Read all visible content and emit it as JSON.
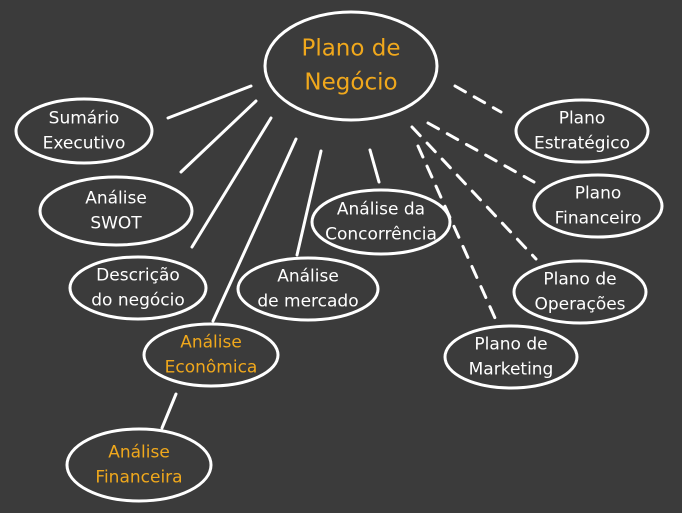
{
  "colors": {
    "background": "#3b3b3b",
    "line": "#ffffff",
    "text": "#ffffff",
    "accent": "#f0a81c"
  },
  "root": {
    "lines": [
      "Plano de",
      "Negócio"
    ],
    "highlight": true
  },
  "nodes": [
    {
      "id": "sumario",
      "lines": [
        "Sumário",
        "Executivo"
      ],
      "highlight": false,
      "link": "solid"
    },
    {
      "id": "swot",
      "lines": [
        "Análise",
        "SWOT"
      ],
      "highlight": false,
      "link": "solid"
    },
    {
      "id": "descricao",
      "lines": [
        "Descrição",
        "do negócio"
      ],
      "highlight": false,
      "link": "solid"
    },
    {
      "id": "economica",
      "lines": [
        "Análise",
        "Econômica"
      ],
      "highlight": true,
      "link": "solid"
    },
    {
      "id": "mercado",
      "lines": [
        "Análise",
        "de mercado"
      ],
      "highlight": false,
      "link": "solid"
    },
    {
      "id": "concorrencia",
      "lines": [
        "Análise da",
        "Concorrência"
      ],
      "highlight": false,
      "link": "solid"
    },
    {
      "id": "estrategico",
      "lines": [
        "Plano",
        "Estratégico"
      ],
      "highlight": false,
      "link": "dashed"
    },
    {
      "id": "financeiro",
      "lines": [
        "Plano",
        "Financeiro"
      ],
      "highlight": false,
      "link": "dashed"
    },
    {
      "id": "operacoes",
      "lines": [
        "Plano de",
        "Operações"
      ],
      "highlight": false,
      "link": "dashed"
    },
    {
      "id": "marketing",
      "lines": [
        "Plano de",
        "Marketing"
      ],
      "highlight": false,
      "link": "dashed"
    },
    {
      "id": "financeira",
      "lines": [
        "Análise",
        "Financeira"
      ],
      "highlight": true,
      "link": "solid",
      "parent": "economica"
    }
  ]
}
